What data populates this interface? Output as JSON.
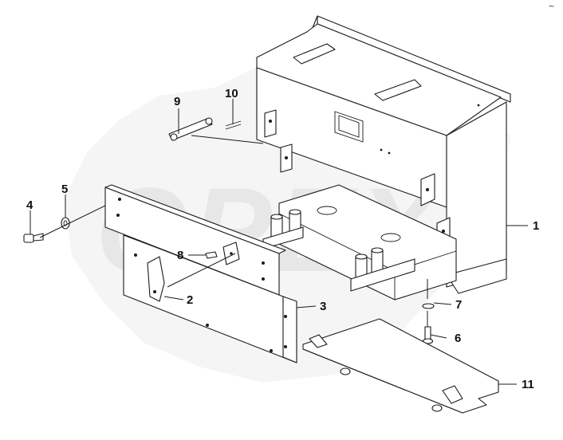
{
  "diagram": {
    "type": "exploded-parts-view",
    "watermark": "OPEX",
    "corner_mark": "~",
    "callouts": [
      {
        "id": "c1",
        "label": "1"
      },
      {
        "id": "c2",
        "label": "2"
      },
      {
        "id": "c3",
        "label": "3"
      },
      {
        "id": "c4",
        "label": "4"
      },
      {
        "id": "c5",
        "label": "5"
      },
      {
        "id": "c6",
        "label": "6"
      },
      {
        "id": "c7",
        "label": "7"
      },
      {
        "id": "c8",
        "label": "8"
      },
      {
        "id": "c9",
        "label": "9"
      },
      {
        "id": "c10",
        "label": "10"
      },
      {
        "id": "c11",
        "label": "11"
      }
    ]
  }
}
